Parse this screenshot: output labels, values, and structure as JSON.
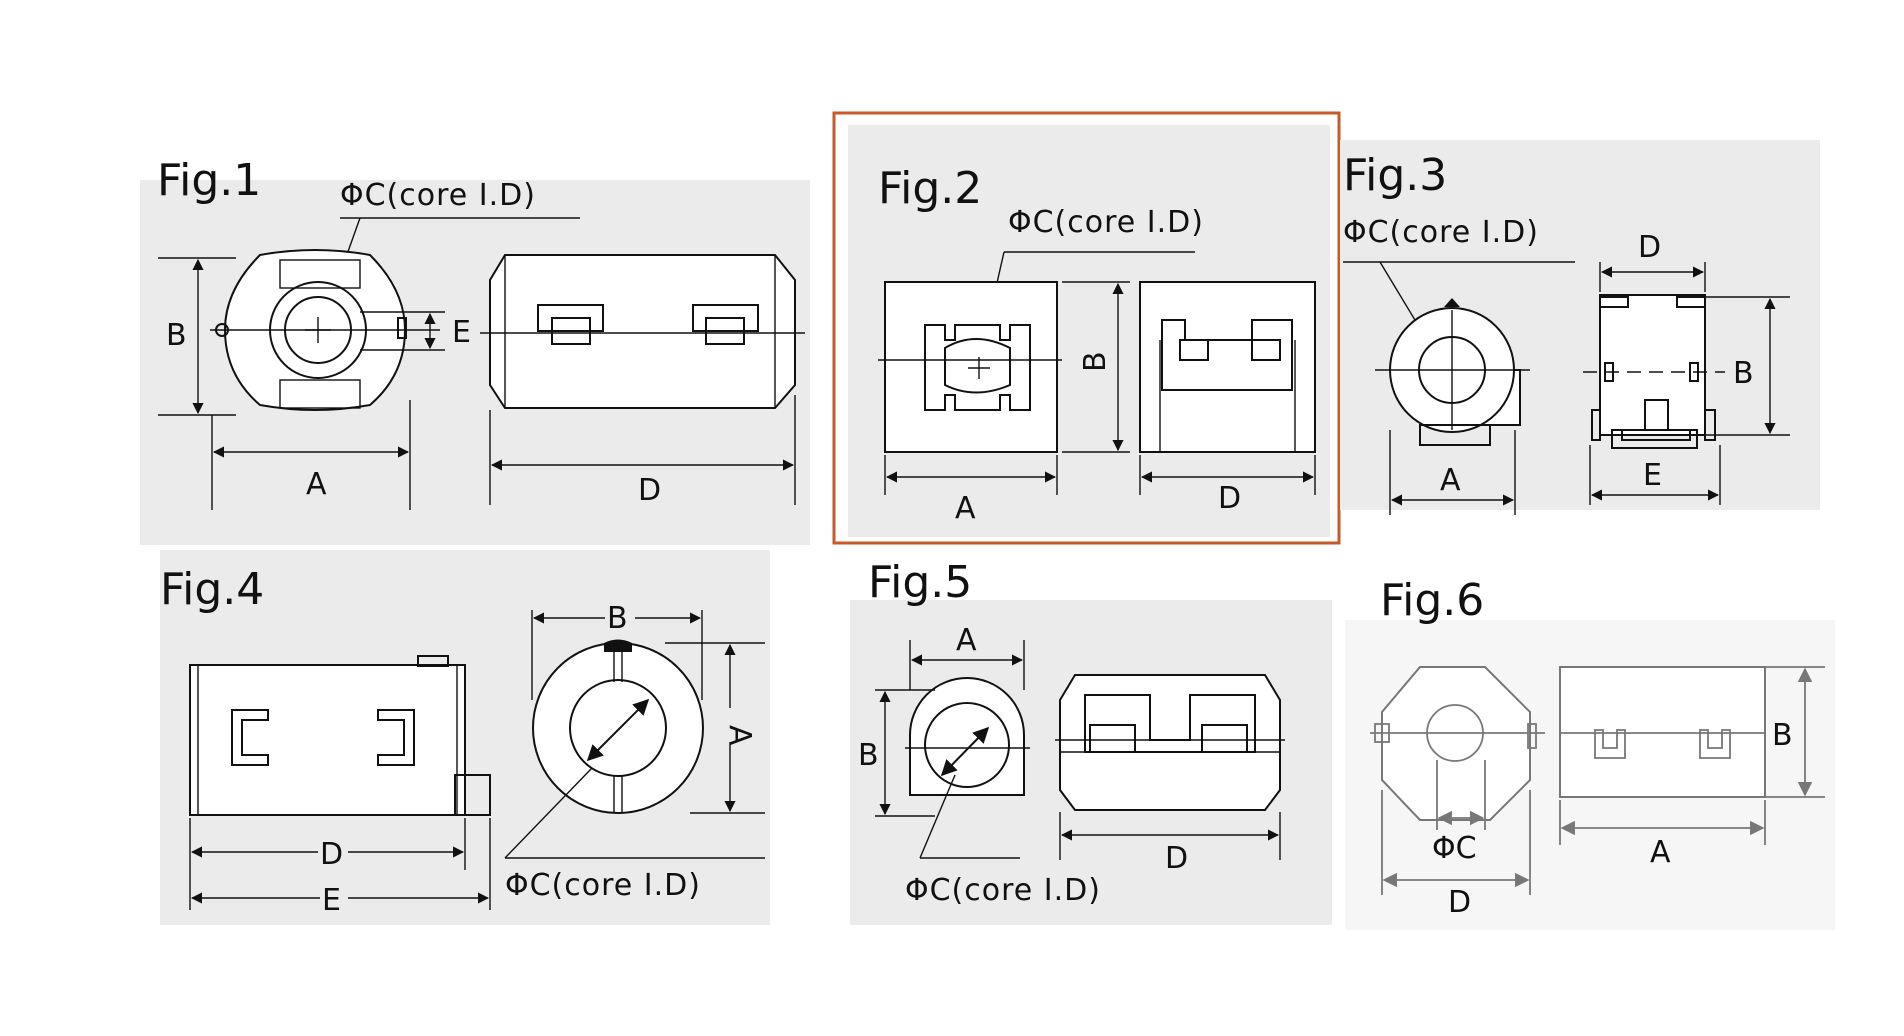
{
  "colors": {
    "highlight": "#c65a28",
    "line": "#111111",
    "panel": "#ebebeb"
  },
  "fig1": {
    "title": "Fig.1",
    "core": "ΦC(core I.D)",
    "a": "A",
    "b": "B",
    "d": "D",
    "e": "E"
  },
  "fig2": {
    "title": "Fig.2",
    "core": "ΦC(core I.D)",
    "a": "A",
    "b": "B",
    "d": "D"
  },
  "fig3": {
    "title": "Fig.3",
    "core": "ΦC(core I.D)",
    "a": "A",
    "b": "B",
    "d": "D",
    "e": "E"
  },
  "fig4": {
    "title": "Fig.4",
    "core": "ΦC(core I.D)",
    "a": "A",
    "b": "B",
    "d": "D",
    "e": "E"
  },
  "fig5": {
    "title": "Fig.5",
    "core": "ΦC(core I.D)",
    "a": "A",
    "b": "B",
    "d": "D"
  },
  "fig6": {
    "title": "Fig.6",
    "c": "ΦC",
    "a": "A",
    "b": "B",
    "d": "D"
  }
}
